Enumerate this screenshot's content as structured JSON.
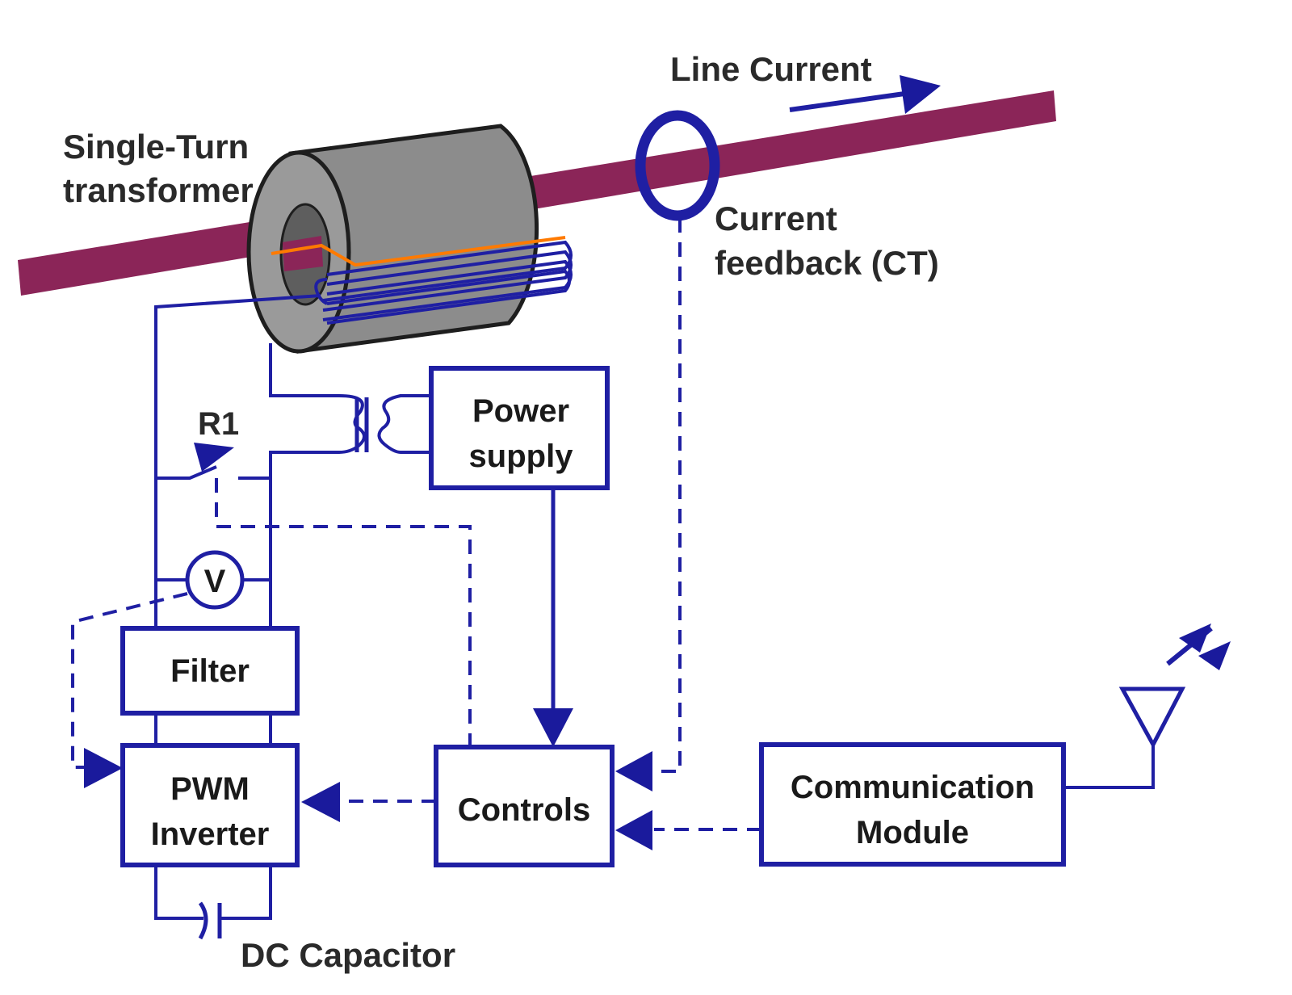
{
  "labels": {
    "line_current": "Line Current",
    "transformer_line1": "Single-Turn",
    "transformer_line2": "transformer",
    "ct_line1": "Current",
    "ct_line2": "feedback (CT)",
    "r1": "R1",
    "dc_capacitor": "DC Capacitor",
    "voltmeter": "V"
  },
  "blocks": {
    "power_supply_line1": "Power",
    "power_supply_line2": "supply",
    "filter": "Filter",
    "pwm_line1": "PWM",
    "pwm_line2": "Inverter",
    "controls": "Controls",
    "comm_line1": "Communication",
    "comm_line2": "Module"
  },
  "colors": {
    "conductor": "#8b2558",
    "wire": "#1f1fa3",
    "core": "#8c8c8c",
    "winding_highlight": "#ff7a00"
  }
}
